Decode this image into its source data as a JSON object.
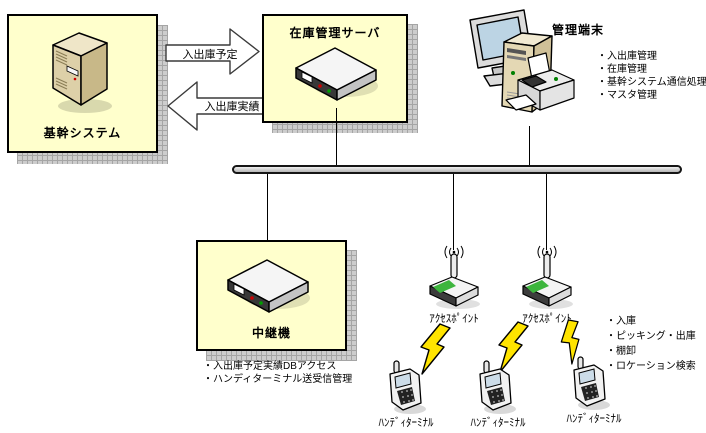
{
  "diagram": {
    "core_system": {
      "label": "基幹システム"
    },
    "flow_to_server": {
      "label": "入出庫予定"
    },
    "flow_to_core": {
      "label": "入出庫実績"
    },
    "inventory_server": {
      "label": "在庫管理サーバ"
    },
    "management_terminal": {
      "label": "管理端末",
      "functions": [
        "・入出庫管理",
        "・在庫管理",
        "・基幹システム通信処理",
        "・マスタ管理"
      ]
    },
    "relay": {
      "label": "中継機",
      "notes": [
        "・入出庫予定実績DBアクセス",
        "・ハンディターミナル送受信管理"
      ]
    },
    "access_points": [
      {
        "label": "ｱｸｾｽﾎﾟｲﾝﾄ"
      },
      {
        "label": "ｱｸｾｽﾎﾟｲﾝﾄ"
      }
    ],
    "handy_terminals": [
      {
        "label": "ﾊﾝﾃﾞｨﾀｰﾐﾅﾙ"
      },
      {
        "label": "ﾊﾝﾃﾞｨﾀｰﾐﾅﾙ"
      },
      {
        "label": "ﾊﾝﾃﾞｨﾀｰﾐﾅﾙ"
      }
    ],
    "handy_functions": [
      "・入庫",
      "・ピッキング・出庫",
      "・棚卸",
      "・ロケーション検索"
    ],
    "colors": {
      "box_fill": "#ffffcc",
      "box_border": "#000000",
      "shadow_gray": "#cdcdcd",
      "bolt_yellow": "#ffe400",
      "led_green": "#00a000",
      "led_red": "#cc0000",
      "accent_green": "#3db53d",
      "screen_blue": "#bcd4e4"
    }
  }
}
